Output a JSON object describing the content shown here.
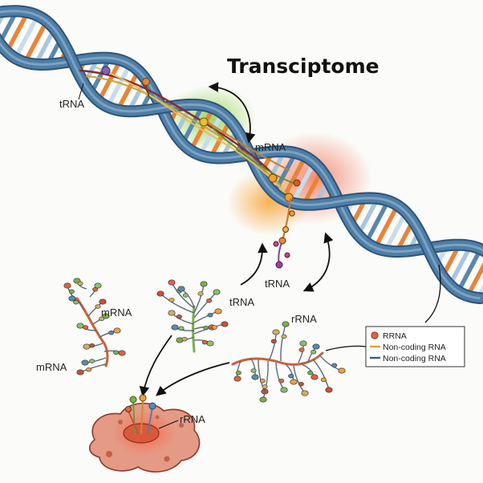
{
  "title": "Transciptome",
  "labels": {
    "trna_top": "tRNA",
    "mrna_center": "mRNA",
    "trna_center": "tRNA",
    "trna_mid": "tRNA",
    "rrna_right": "rRNA",
    "mrna_left_upper": "mRNA",
    "mrna_left_lower": "mRNA",
    "rrna_cell": "rRNA"
  },
  "legend": [
    {
      "label": "RRNA",
      "color": "#e0643a",
      "marker": "dot"
    },
    {
      "label": "Non-coding RNA",
      "color": "#e0a030",
      "marker": "line"
    },
    {
      "label": "Non-coding RNA",
      "color": "#355a80",
      "marker": "line"
    }
  ],
  "colors": {
    "helix": "#4f7ea6",
    "helix_dark": "#2e5478",
    "rung_orange": "#e8843a",
    "rung_blue": "#a8c6de",
    "glow_green": "#8fd14a",
    "glow_red": "#f06a4a",
    "glow_orange": "#f6a02e",
    "cell": "#e59a86"
  }
}
